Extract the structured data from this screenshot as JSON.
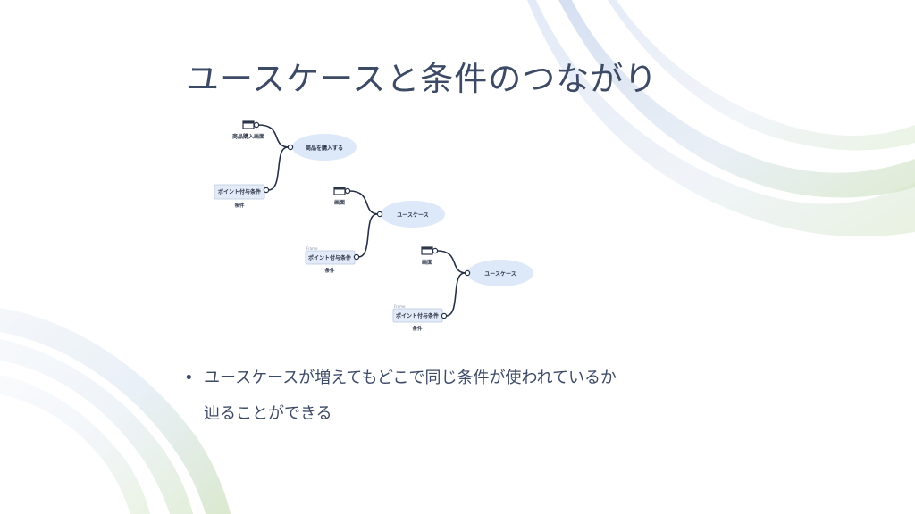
{
  "slide": {
    "title": "ユースケースと条件のつながり",
    "bullet_text_line1": "ユースケースが増えてもどこで同じ条件が使われているか",
    "bullet_text_line2": "辿ることができる"
  },
  "diagrams": [
    {
      "screen_label": "商品購入画面",
      "usecase_label": "商品を購入する",
      "condition_box_label": "ポイント付与条件",
      "condition_caption": "条件",
      "frame_tag": ""
    },
    {
      "screen_label": "画面",
      "usecase_label": "ユースケース",
      "condition_box_label": "ポイント付与条件",
      "condition_caption": "条件",
      "frame_tag": "Frame"
    },
    {
      "screen_label": "画面",
      "usecase_label": "ユースケース",
      "condition_box_label": "ポイント付与条件",
      "condition_caption": "条件",
      "frame_tag": "Frame"
    }
  ],
  "colors": {
    "usecase_fill": "#dde8f8",
    "condition_fill": "#e3ebf8",
    "connector": "#253048",
    "swoosh_blue": "#c9d6ee",
    "swoosh_green": "#d6e6c8"
  }
}
